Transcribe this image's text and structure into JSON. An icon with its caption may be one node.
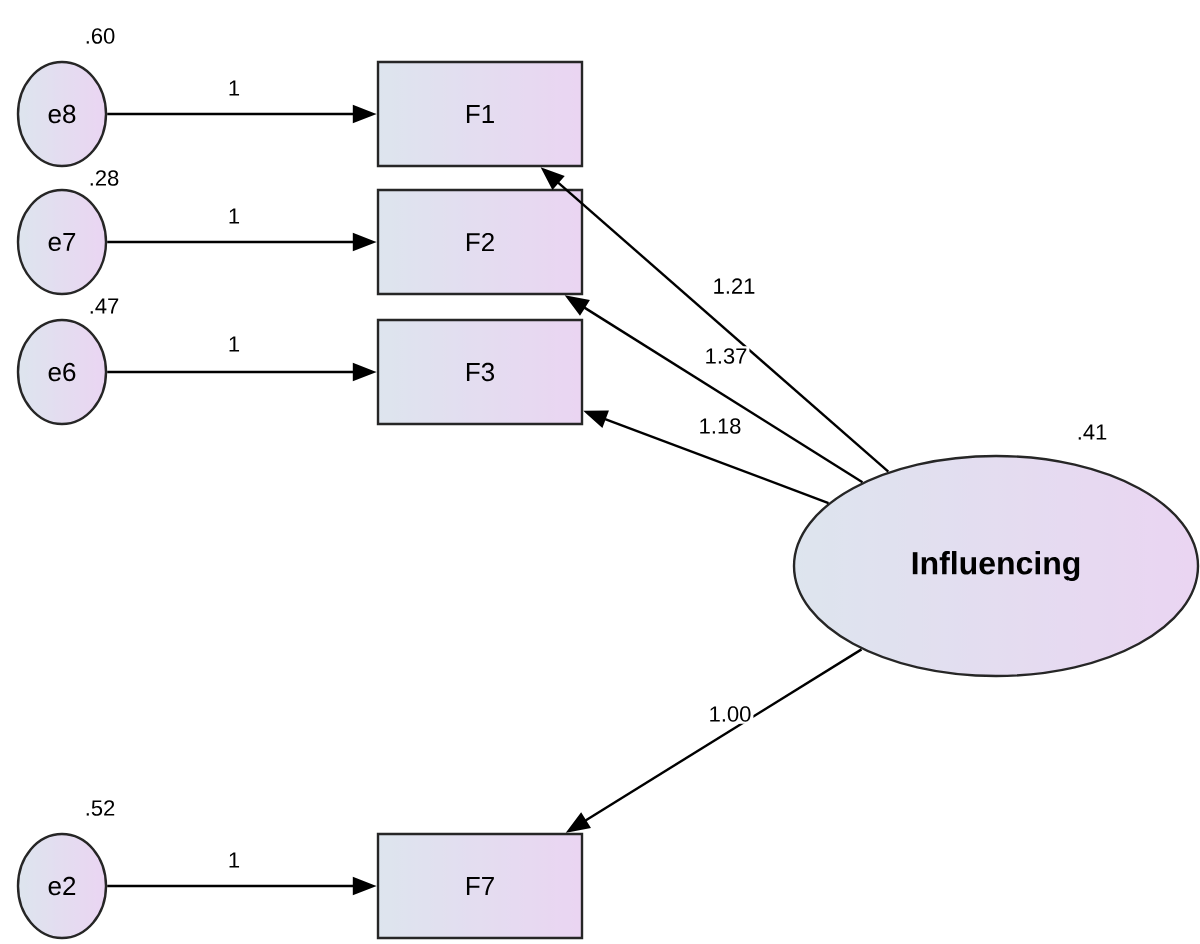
{
  "diagram": {
    "nodes": [
      {
        "text": [
          "e8"
        ],
        "beside": [
          ".60"
        ]
      },
      {
        "text": [
          "F1"
        ]
      },
      {
        "text": [
          "e7"
        ],
        "beside": [
          ".28"
        ]
      },
      {
        "text": [
          "F2"
        ]
      },
      {
        "text": [
          "e6"
        ],
        "beside": [
          ".47"
        ]
      },
      {
        "text": [
          "F3"
        ]
      },
      {
        "text": [
          "Influencing"
        ],
        "beside": [
          ".41"
        ]
      },
      {
        "text": [
          "e2"
        ],
        "beside": [
          ".52"
        ]
      },
      {
        "text": [
          "F7"
        ]
      }
    ],
    "edges": [
      {
        "from": 0,
        "to": 1,
        "arrow": "to",
        "label": "1"
      },
      {
        "from": 2,
        "to": 3,
        "arrow": "to",
        "label": "1"
      },
      {
        "from": 4,
        "to": 5,
        "arrow": "to",
        "label": "1"
      },
      {
        "from": 7,
        "to": 8,
        "arrow": "to",
        "label": "1"
      },
      {
        "from": 6,
        "to": 1,
        "arrow": "to",
        "label": "1.21"
      },
      {
        "from": 6,
        "to": 3,
        "arrow": "to",
        "label": "1.37"
      },
      {
        "from": 6,
        "to": 5,
        "arrow": "to",
        "label": "1.18"
      },
      {
        "from": 6,
        "to": 8,
        "arrow": "to",
        "label": "1.00"
      }
    ]
  }
}
